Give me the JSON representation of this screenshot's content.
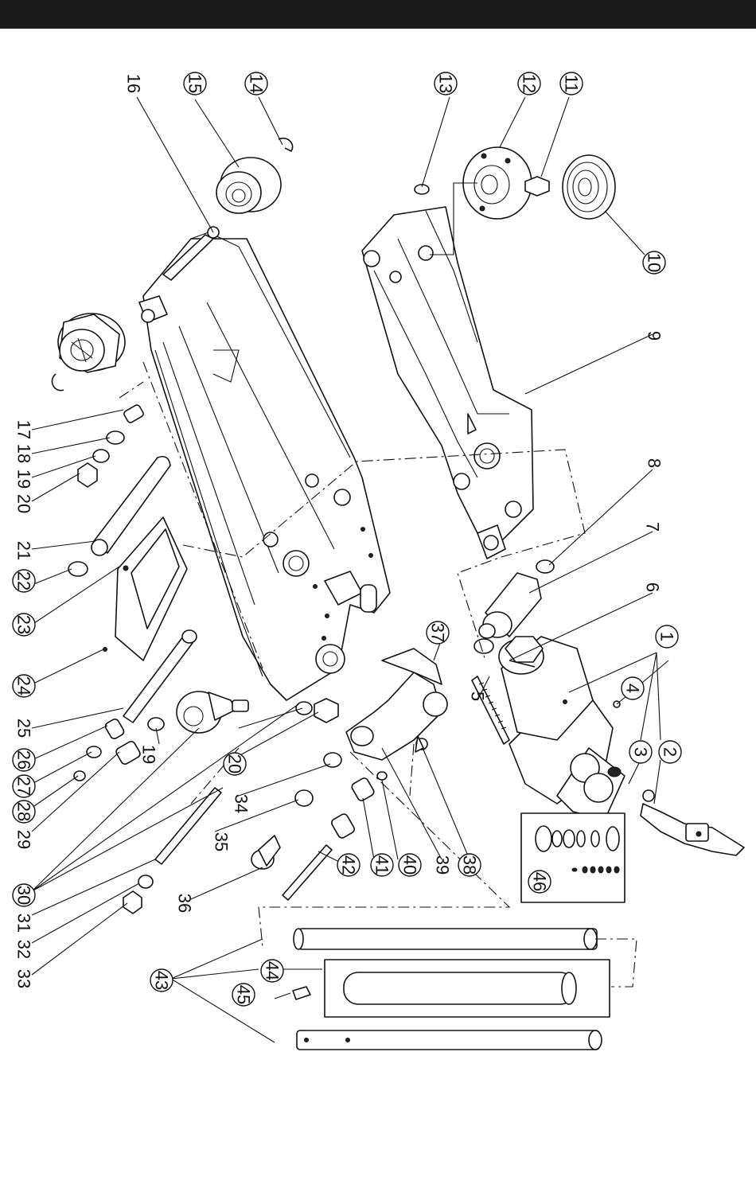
{
  "diagram": {
    "callouts": [
      {
        "id": "c1",
        "label": "1"
      },
      {
        "id": "c2",
        "label": "2"
      },
      {
        "id": "c3",
        "label": "3"
      },
      {
        "id": "c4",
        "label": "4"
      },
      {
        "id": "c5",
        "label": "5"
      },
      {
        "id": "c6",
        "label": "6"
      },
      {
        "id": "c7",
        "label": "7"
      },
      {
        "id": "c8",
        "label": "8"
      },
      {
        "id": "c9",
        "label": "9"
      },
      {
        "id": "c10",
        "label": "10"
      },
      {
        "id": "c11",
        "label": "11"
      },
      {
        "id": "c12",
        "label": "12"
      },
      {
        "id": "c13",
        "label": "13"
      },
      {
        "id": "c14",
        "label": "14"
      },
      {
        "id": "c15",
        "label": "15"
      },
      {
        "id": "c16",
        "label": "16"
      },
      {
        "id": "c17",
        "label": "17"
      },
      {
        "id": "c18",
        "label": "18"
      },
      {
        "id": "c19",
        "label": "19"
      },
      {
        "id": "c20",
        "label": "20"
      },
      {
        "id": "c21",
        "label": "21"
      },
      {
        "id": "c22",
        "label": "22"
      },
      {
        "id": "c23",
        "label": "23"
      },
      {
        "id": "c24",
        "label": "24"
      },
      {
        "id": "c25",
        "label": "25"
      },
      {
        "id": "c26",
        "label": "26"
      },
      {
        "id": "c27",
        "label": "27"
      },
      {
        "id": "c28",
        "label": "28"
      },
      {
        "id": "c29",
        "label": "29"
      },
      {
        "id": "c19b",
        "label": "19"
      },
      {
        "id": "c20b",
        "label": "20"
      },
      {
        "id": "c30",
        "label": "30"
      },
      {
        "id": "c31",
        "label": "31"
      },
      {
        "id": "c32",
        "label": "32"
      },
      {
        "id": "c33",
        "label": "33"
      },
      {
        "id": "c34",
        "label": "34"
      },
      {
        "id": "c35",
        "label": "35"
      },
      {
        "id": "c36",
        "label": "36"
      },
      {
        "id": "c37",
        "label": "37"
      },
      {
        "id": "c38",
        "label": "38"
      },
      {
        "id": "c39",
        "label": "39"
      },
      {
        "id": "c40",
        "label": "40"
      },
      {
        "id": "c41",
        "label": "41"
      },
      {
        "id": "c42",
        "label": "42"
      },
      {
        "id": "c43",
        "label": "43"
      },
      {
        "id": "c44",
        "label": "44"
      },
      {
        "id": "c45",
        "label": "45"
      },
      {
        "id": "c46",
        "label": "46"
      }
    ]
  }
}
